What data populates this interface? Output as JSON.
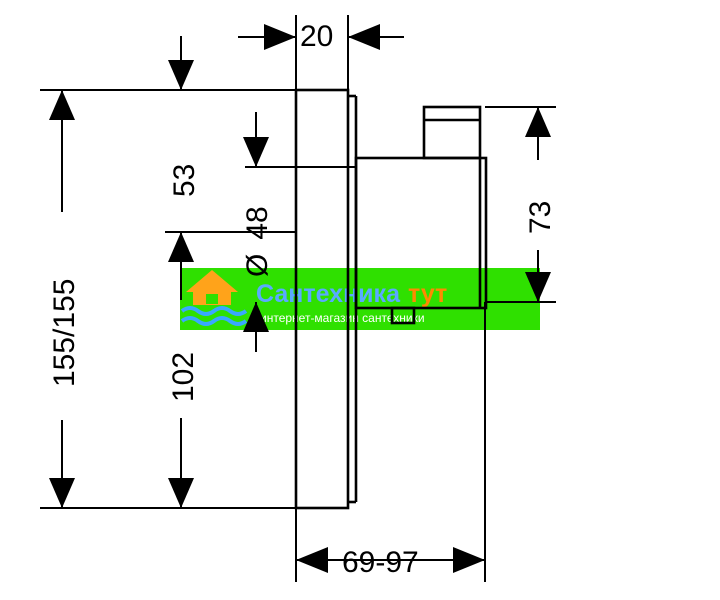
{
  "dimensions": {
    "top_width": "20",
    "upper_offset": "53",
    "diameter_symbol": "Ø",
    "diameter_value": "48",
    "right_height": "73",
    "total_height": "155/155",
    "lower_offset": "102",
    "depth_range": "69-97"
  },
  "watermark": {
    "brand_main": "Сантехника",
    "brand_accent": "тут",
    "tagline": "интернет-магазин сантехники",
    "colors": {
      "band": "#2fe000",
      "brand_main": "#5aa9ff",
      "brand_accent": "#ff8a00",
      "tagline": "#ffffff",
      "logo_house": "#ffa31a",
      "logo_waves": "#39a8ff"
    }
  },
  "colors": {
    "ink": "#000000",
    "background": "#ffffff"
  }
}
